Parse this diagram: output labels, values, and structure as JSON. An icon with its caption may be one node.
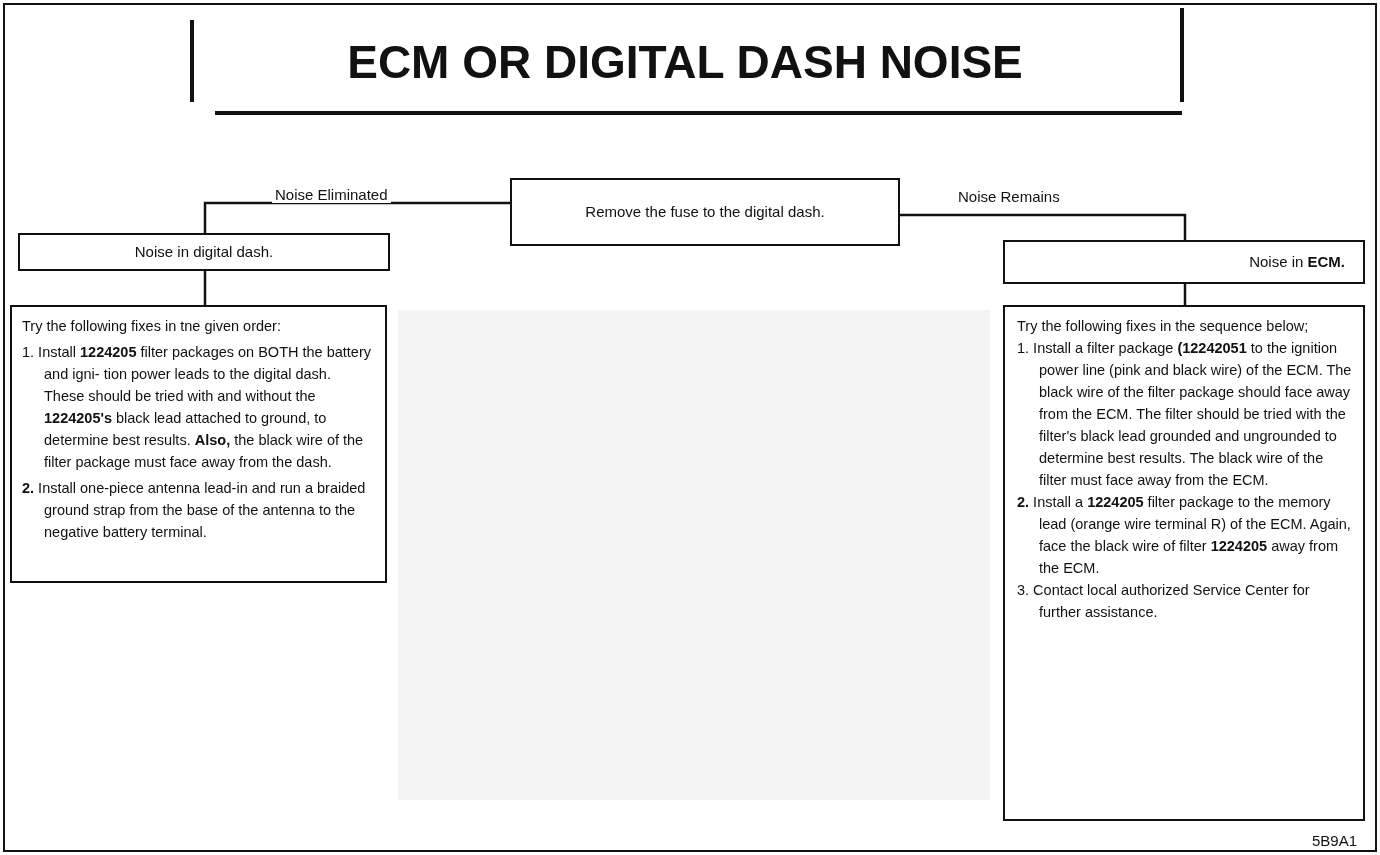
{
  "diagram": {
    "title": "ECM OR DIGITAL DASH NOISE",
    "nodes": [
      {
        "text": [
          "Remove the fuse to the digital dash."
        ]
      },
      {
        "text": [
          "Noise in digital dash."
        ]
      },
      {
        "text": [
          "Noise in **ECM.**"
        ]
      },
      {
        "text": [
          "Try the following fixes in tne given order:",
          "1. Install **1224205** filter packages on BOTH the battery and igni- tion power leads to the digital dash. These should be tried with and without the **1224205's** black lead attached to ground, to determine best results. **Also,** the black wire of the filter package must face away from the dash.",
          "**2.** Install one-piece antenna lead-in and run a braided ground strap from the base of the antenna to the negative battery terminal."
        ]
      },
      {
        "text": [
          "Try the following fixes in the sequence below;",
          "1. Install a filter package **(12242051** to the ignition power line (pink and black wire) of the ECM. The black wire of the filter package should face away from the ECM. The filter should be tried with the filter's black lead grounded and ungrounded to determine best results. The black wire of the filter must face away from the ECM.",
          "**2.** Install a **1224205** filter package to the memory lead (orange wire terminal R) of the ECM. Again, face the black wire of filter **1224205** away from the ECM.",
          "3. Contact local authorized Service Center for further assistance."
        ]
      }
    ],
    "edges": [
      {
        "from": 0,
        "to": 1,
        "arrow": "none",
        "label": "Noise Eliminated"
      },
      {
        "from": 0,
        "to": 2,
        "arrow": "none",
        "label": "Noise Remains"
      },
      {
        "from": 1,
        "to": 3,
        "arrow": "none"
      },
      {
        "from": 2,
        "to": 4,
        "arrow": "none"
      }
    ],
    "labels": [
      "5B9A1"
    ]
  }
}
